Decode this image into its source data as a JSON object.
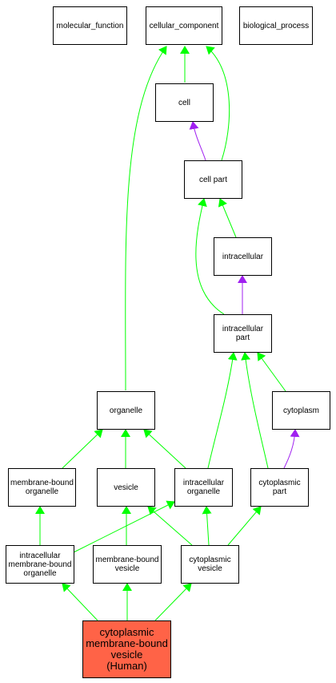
{
  "colors": {
    "is_a": "#00ff00",
    "part_of": "#a020f0",
    "query_fill": "#ff6347",
    "border": "#000000"
  },
  "nodes": {
    "molecular_function": "molecular_function",
    "cellular_component": "cellular_component",
    "biological_process": "biological_process",
    "cell": "cell",
    "cell_part": "cell part",
    "intracellular": "intracellular",
    "intracellular_part": "intracellular\npart",
    "organelle": "organelle",
    "cytoplasm": "cytoplasm",
    "membrane_bound_organelle": "membrane-bound\norganelle",
    "vesicle": "vesicle",
    "intracellular_organelle": "intracellular\norganelle",
    "cytoplasmic_part": "cytoplasmic\npart",
    "intracellular_membrane_bound_organelle": "intracellular\nmembrane-bound\norganelle",
    "membrane_bound_vesicle": "membrane-bound\nvesicle",
    "cytoplasmic_vesicle": "cytoplasmic\nvesicle",
    "query": "cytoplasmic\nmembrane-bound\nvesicle\n(Human)"
  },
  "edges": [
    {
      "from": "cell",
      "to": "cellular_component",
      "type": "is_a"
    },
    {
      "from": "cell_part",
      "to": "cellular_component",
      "type": "is_a"
    },
    {
      "from": "organelle",
      "to": "cellular_component",
      "type": "is_a"
    },
    {
      "from": "cell_part",
      "to": "cell",
      "type": "part_of"
    },
    {
      "from": "intracellular",
      "to": "cell_part",
      "type": "is_a"
    },
    {
      "from": "intracellular_part",
      "to": "cell_part",
      "type": "is_a"
    },
    {
      "from": "intracellular_part",
      "to": "intracellular",
      "type": "part_of"
    },
    {
      "from": "intracellular_organelle",
      "to": "intracellular_part",
      "type": "is_a"
    },
    {
      "from": "cytoplasmic_part",
      "to": "intracellular_part",
      "type": "is_a"
    },
    {
      "from": "cytoplasm",
      "to": "intracellular_part",
      "type": "is_a"
    },
    {
      "from": "cytoplasmic_part",
      "to": "cytoplasm",
      "type": "part_of"
    },
    {
      "from": "membrane_bound_organelle",
      "to": "organelle",
      "type": "is_a"
    },
    {
      "from": "vesicle",
      "to": "organelle",
      "type": "is_a"
    },
    {
      "from": "intracellular_organelle",
      "to": "organelle",
      "type": "is_a"
    },
    {
      "from": "intracellular_membrane_bound_organelle",
      "to": "membrane_bound_organelle",
      "type": "is_a"
    },
    {
      "from": "intracellular_membrane_bound_organelle",
      "to": "intracellular_organelle",
      "type": "is_a"
    },
    {
      "from": "membrane_bound_vesicle",
      "to": "vesicle",
      "type": "is_a"
    },
    {
      "from": "cytoplasmic_vesicle",
      "to": "vesicle",
      "type": "is_a"
    },
    {
      "from": "cytoplasmic_vesicle",
      "to": "intracellular_organelle",
      "type": "is_a"
    },
    {
      "from": "cytoplasmic_vesicle",
      "to": "cytoplasmic_part",
      "type": "is_a"
    },
    {
      "from": "query",
      "to": "intracellular_membrane_bound_organelle",
      "type": "is_a"
    },
    {
      "from": "query",
      "to": "membrane_bound_vesicle",
      "type": "is_a"
    },
    {
      "from": "query",
      "to": "cytoplasmic_vesicle",
      "type": "is_a"
    }
  ]
}
